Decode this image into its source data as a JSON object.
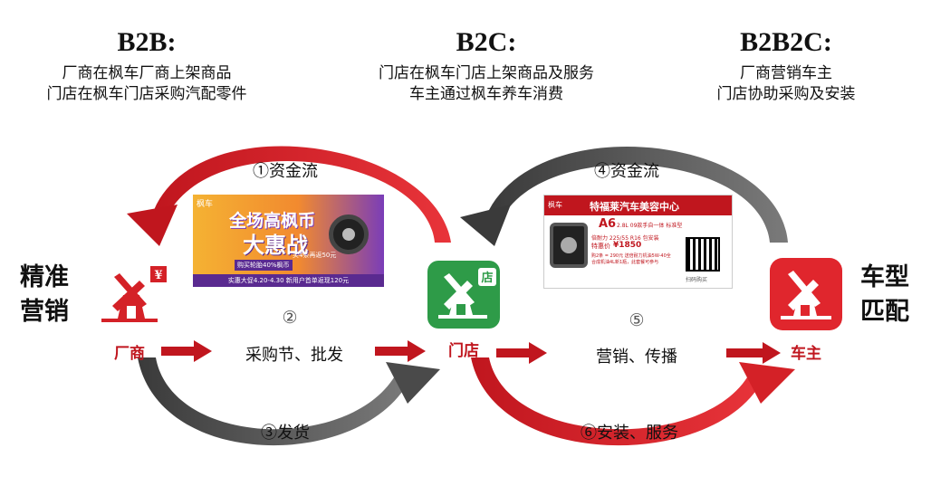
{
  "models": [
    {
      "title": "B2B:",
      "lines": [
        "厂商在枫车厂商上架商品",
        "门店在枫车门店采购汽配零件"
      ]
    },
    {
      "title": "B2C:",
      "lines": [
        "门店在枫车门店上架商品及服务",
        "车主通过枫车养车消费"
      ]
    },
    {
      "title": "B2B2C:",
      "lines": [
        "厂商营销车主",
        "门店协助采购及安装"
      ]
    }
  ],
  "side_left": [
    "精准",
    "营销"
  ],
  "side_right": [
    "车型",
    "匹配"
  ],
  "nodes": {
    "manufacturer": "厂商",
    "store": "门店",
    "owner": "车主"
  },
  "flows": {
    "step1": "①资金流",
    "step2": "②",
    "step2_label": "采购节、批发",
    "step3": "③发货",
    "step4": "④资金流",
    "step5": "⑤",
    "step5_label": "营销、传播",
    "step6": "⑥安装、服务"
  },
  "banner1": {
    "brand": "枫车",
    "headline1": "全场高枫币",
    "headline2": "大惠战",
    "sub": "购买轮胎40%枫币",
    "promo": "买4条再返50元",
    "footer": "实惠大促4.20-4.30 新用户首单返现120元"
  },
  "banner2": {
    "brand": "枫车",
    "title": "特福莱汽车美容中心",
    "car": "A6",
    "car_spec": "2.8L 09款手自一体 标准型",
    "tire": "倍耐力 225/55 R16 包安装",
    "price_label": "特惠价",
    "price": "¥1850",
    "note1": "购2条 = 290元 送倍耐力机油5W-40全",
    "note2": "合成机油4L新1瓶，此套餐可参与",
    "qr_caption": "扫码购买"
  },
  "colors": {
    "red": "#d42127",
    "dark": "#4a4a4a",
    "green": "#2e9b48"
  }
}
